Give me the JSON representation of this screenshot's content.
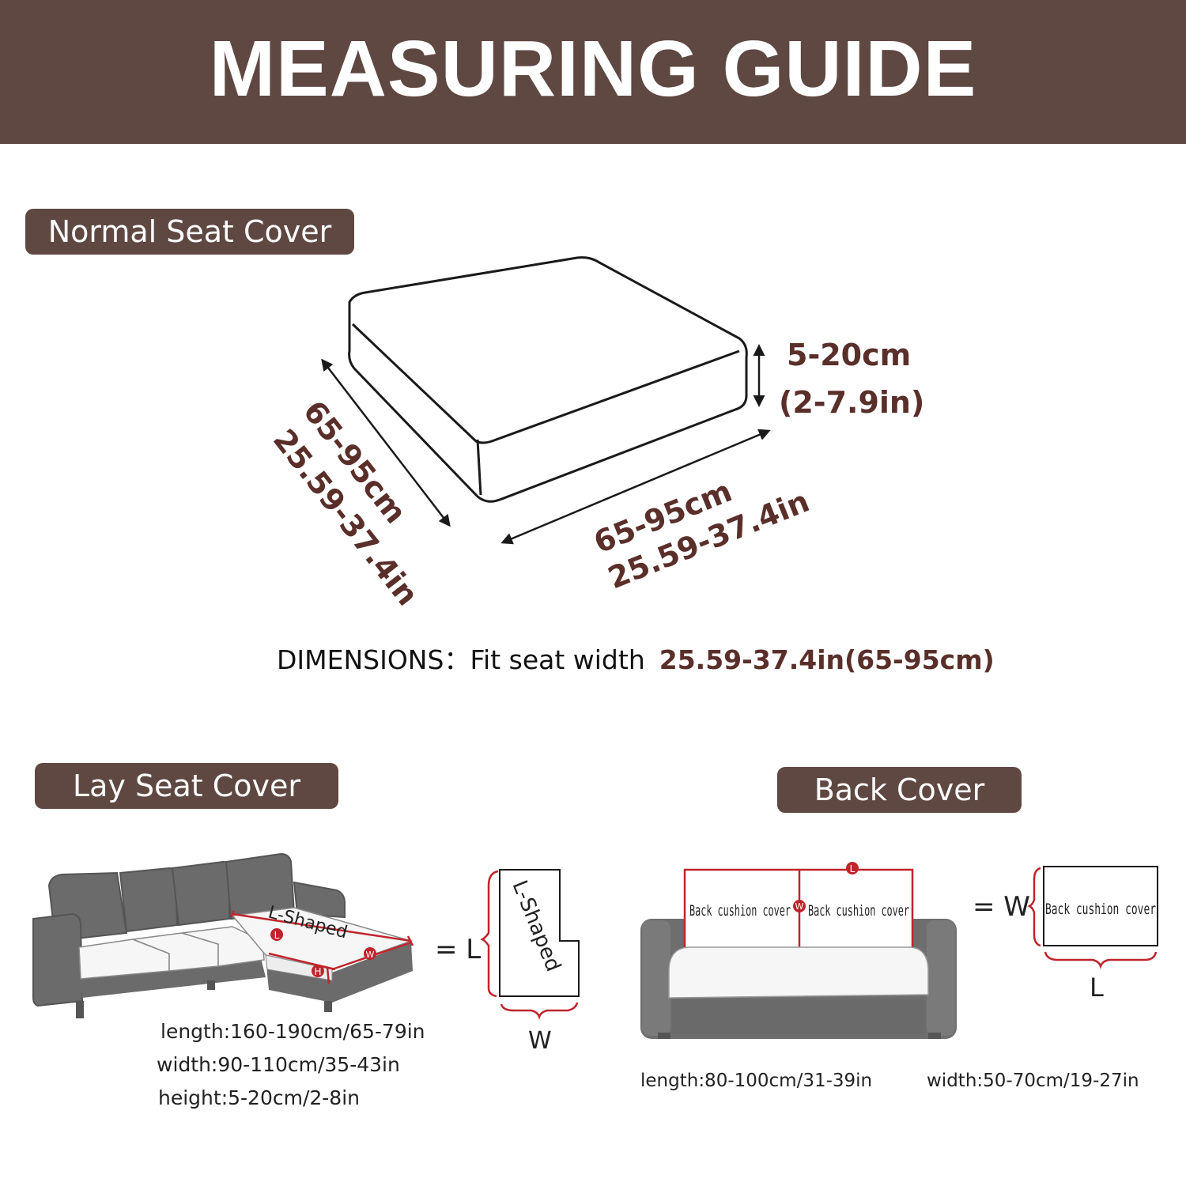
{
  "header": {
    "title": "MEASURING GUIDE"
  },
  "sections": {
    "normal": {
      "label": "Normal Seat Cover",
      "height_cm": "5-20cm",
      "height_in": "(2-7.9in)",
      "depth_cm": "65-95cm",
      "depth_in": "25.59-37.4in",
      "width_cm": "65-95cm",
      "width_in": "25.59-37.4in"
    },
    "dimensions": {
      "label": "DIMENSIONS：",
      "text": "Fit seat width",
      "value": "25.59-37.4in(65-95cm)"
    },
    "lay": {
      "label": "Lay Seat Cover",
      "shape_label": "L-Shaped",
      "marker_l": "L",
      "marker_w": "W",
      "marker_h": "H",
      "equals_l": "= L",
      "w_letter": "W",
      "length": "length:160-190cm/65-79in",
      "width": "width:90-110cm/35-43in",
      "height": "height:5-20cm/2-8in"
    },
    "back": {
      "label": "Back Cover",
      "cushion_label": "Back cushion cover",
      "marker_l": "L",
      "marker_w": "W",
      "equals_w": "= W",
      "l_letter": "L",
      "length": "length:80-100cm/31-39in",
      "width": "width:50-70cm/19-27in"
    }
  },
  "colors": {
    "brown": "#5f4842",
    "accent_red": "#c0242b",
    "sofa_gray": "#6e6e6e"
  }
}
